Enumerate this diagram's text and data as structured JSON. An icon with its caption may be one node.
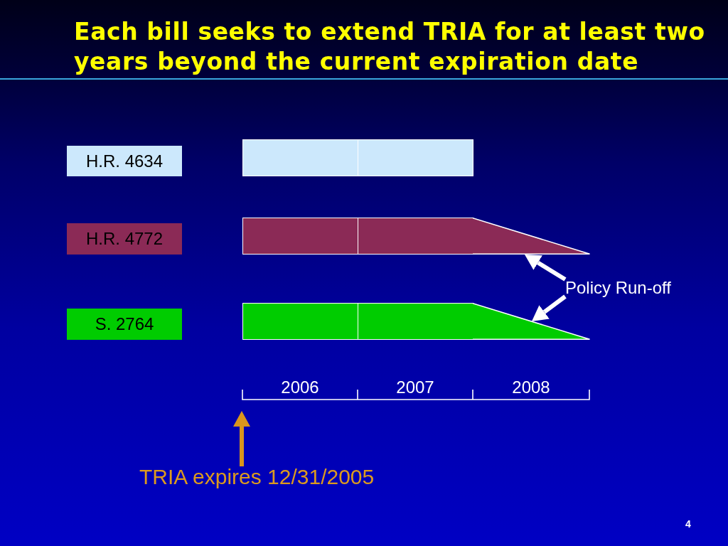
{
  "diagram": {
    "title": "Each bill seeks to extend TRIA for at least two years beyond the current expiration date",
    "nodes": [
      {
        "text": [
          "H.R. 4634"
        ]
      },
      {
        "text": [],
        "shape": "bar"
      },
      {
        "text": [],
        "shape": "bar"
      },
      {
        "text": [
          "H.R. 4772"
        ]
      },
      {
        "text": [],
        "shape": "bar"
      },
      {
        "text": [],
        "shape": "bar"
      },
      {
        "text": [],
        "shape": "triangle"
      },
      {
        "text": [
          "Policy Run-off"
        ]
      },
      {
        "text": [
          "S. 2764"
        ]
      },
      {
        "text": [],
        "shape": "bar"
      },
      {
        "text": [],
        "shape": "bar"
      },
      {
        "text": [],
        "shape": "triangle"
      },
      {
        "text": [
          "TRIA expires 12/31/2005"
        ]
      }
    ],
    "edges": [
      {
        "from": 7,
        "to": 6,
        "arrow": "to"
      },
      {
        "from": 7,
        "to": 11,
        "arrow": "to"
      },
      {
        "from": 12,
        "to": null,
        "arrow": "to",
        "color": "#d9951c"
      }
    ],
    "labels": [
      "2006",
      "2007",
      "2008",
      "4"
    ]
  }
}
